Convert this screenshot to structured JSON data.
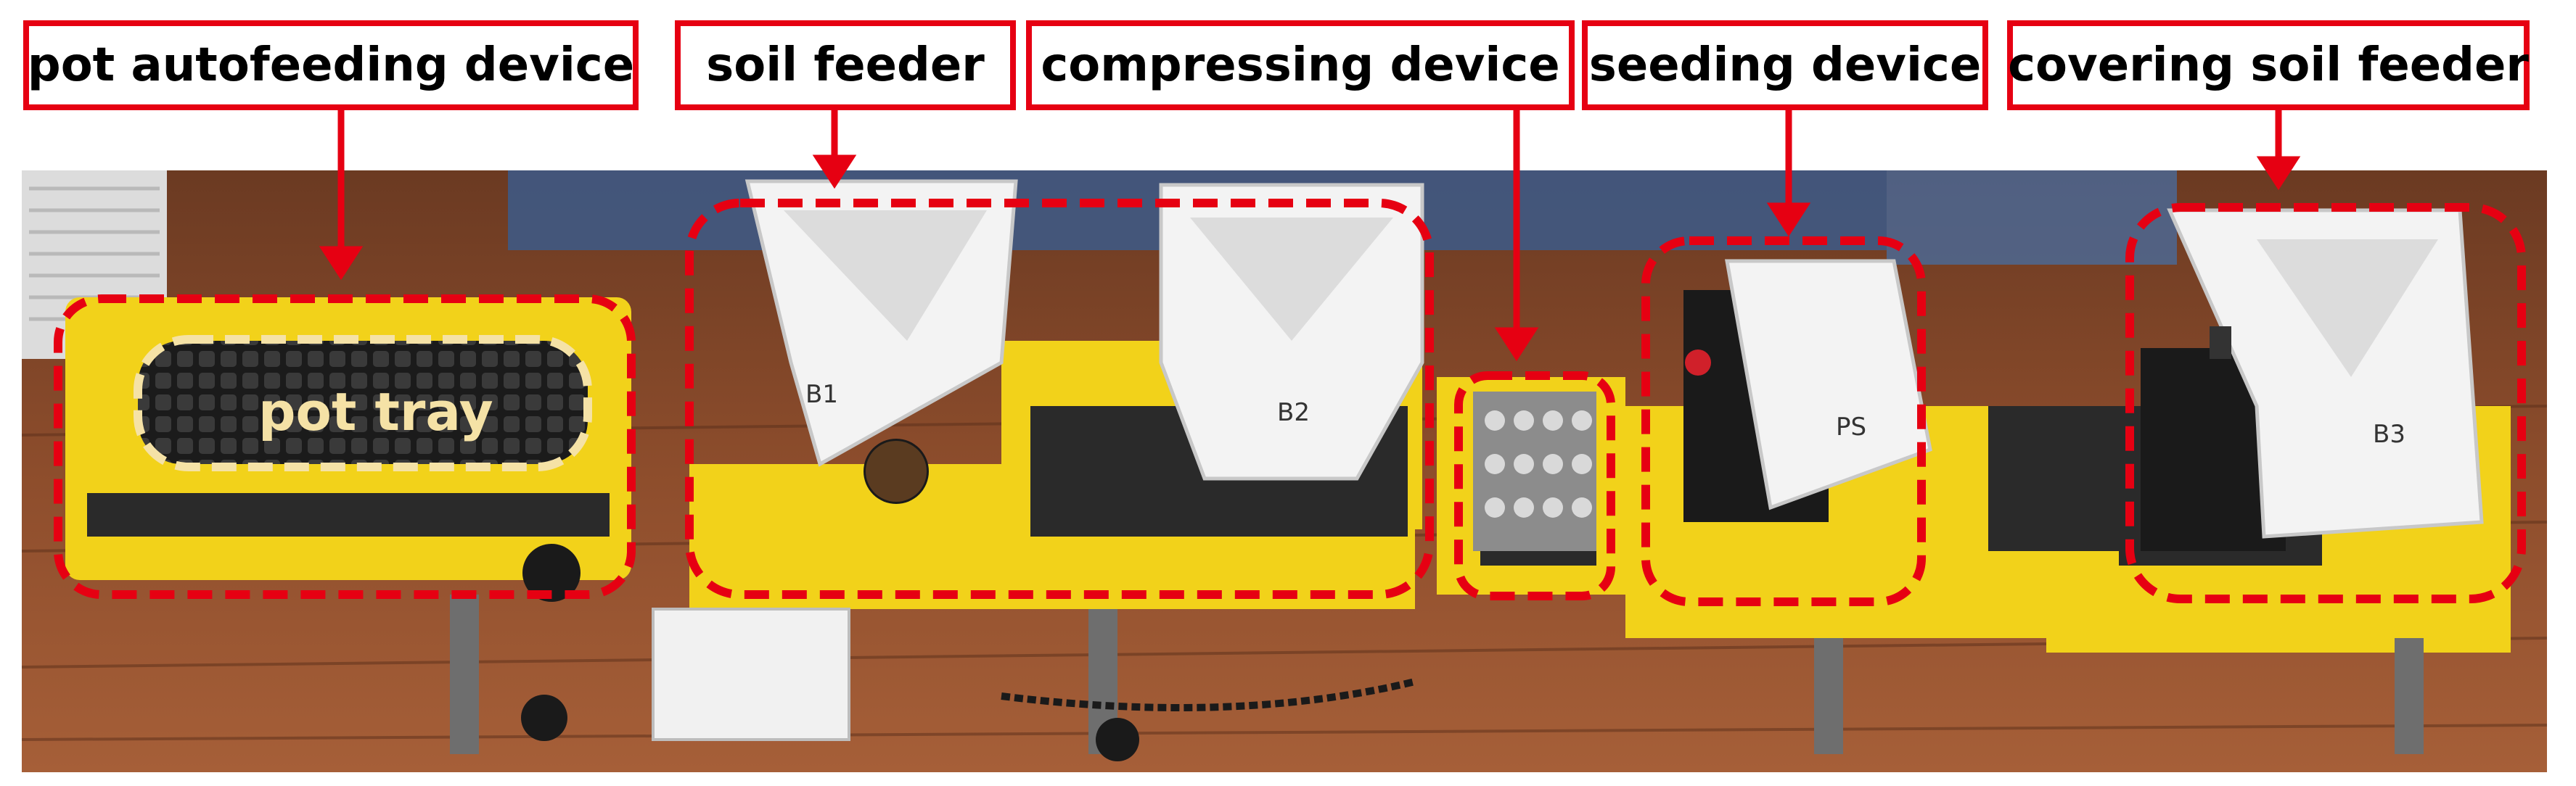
{
  "labels": {
    "pot_autofeeding": "pot autofeeding device",
    "soil_feeder": "soil feeder",
    "compressing": "compressing device",
    "seeding": "seeding device",
    "covering_soil_feeder": "covering soil feeder"
  },
  "pot_tray_label": "pot tray",
  "hopper_marks": {
    "b1": "B1",
    "b2": "B2",
    "ps": "PS",
    "b3": "B3"
  },
  "colors": {
    "callout_red": "#e60012",
    "tray_outline": "#f5e2a6",
    "machine_yellow": "#f2d21a",
    "hopper_white": "#f3f3f3",
    "floor_brown": "#8a4a2a"
  }
}
